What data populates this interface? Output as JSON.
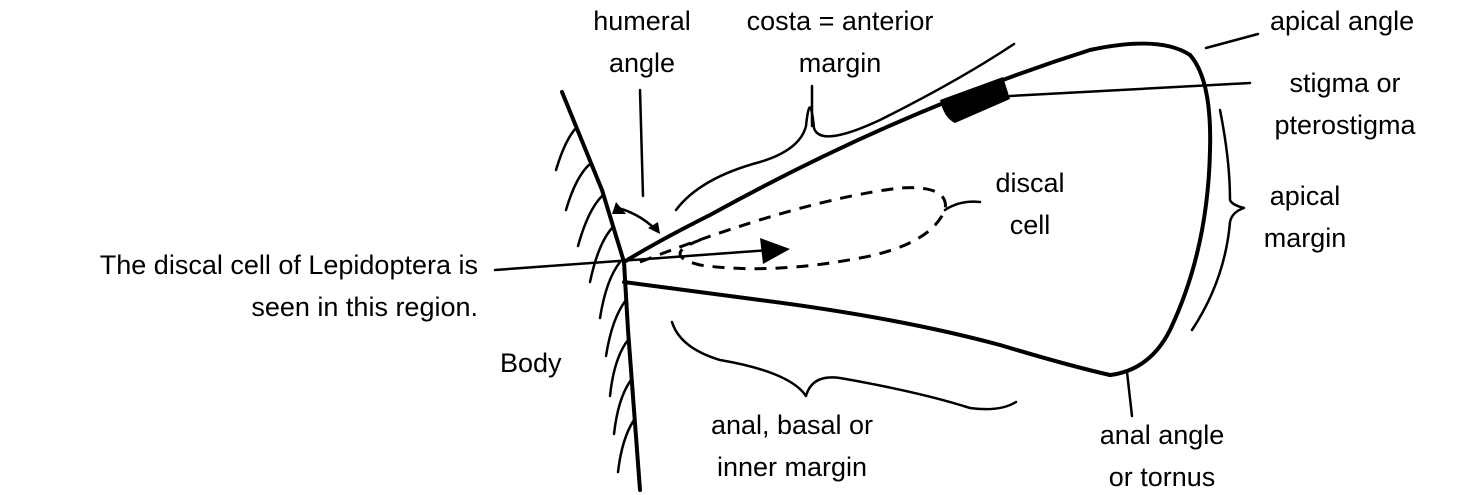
{
  "labels": {
    "humeral_angle": [
      "humeral",
      "angle"
    ],
    "costa": [
      "costa = anterior",
      "margin"
    ],
    "apical_angle": [
      "apical angle"
    ],
    "stigma": [
      "stigma or",
      "pterostigma"
    ],
    "discal_cell": [
      "discal",
      "cell"
    ],
    "apical_margin": [
      "apical",
      "margin"
    ],
    "lepidoptera_note": [
      "The discal cell of Lepidoptera is",
      "seen in this region."
    ],
    "body": [
      "Body"
    ],
    "inner_margin": [
      "anal, basal or",
      "inner margin"
    ],
    "anal_angle": [
      "anal angle",
      "or tornus"
    ]
  },
  "colors": {
    "ink": "#000000",
    "background": "#ffffff"
  }
}
